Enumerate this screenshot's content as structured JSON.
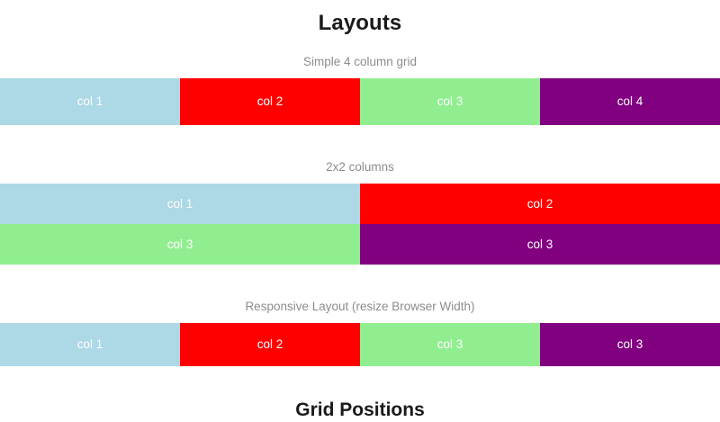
{
  "page": {
    "title": "Layouts",
    "bottom_title": "Grid Positions"
  },
  "colors": {
    "lightblue": "#add8e6",
    "red": "#ff0000",
    "lightgreen": "#90ee90",
    "purple": "#800080",
    "caption_text": "#8c8c8c",
    "heading_text": "#1a1a1a",
    "cell_text": "#ffffff",
    "background": "#ffffff"
  },
  "sections": [
    {
      "caption": "Simple 4 column grid",
      "layout": "4-column",
      "cells": [
        {
          "label": "col 1",
          "color": "lightblue"
        },
        {
          "label": "col 2",
          "color": "red"
        },
        {
          "label": "col 3",
          "color": "lightgreen"
        },
        {
          "label": "col 4",
          "color": "purple"
        }
      ]
    },
    {
      "caption": "2x2 columns",
      "layout": "2x2",
      "cells": [
        {
          "label": "col 1",
          "color": "lightblue"
        },
        {
          "label": "col 2",
          "color": "red"
        },
        {
          "label": "col 3",
          "color": "lightgreen"
        },
        {
          "label": "col 3",
          "color": "purple"
        }
      ]
    },
    {
      "caption": "Responsive Layout (resize Browser Width)",
      "layout": "4-column",
      "cells": [
        {
          "label": "col 1",
          "color": "lightblue"
        },
        {
          "label": "col 2",
          "color": "red"
        },
        {
          "label": "col 3",
          "color": "lightgreen"
        },
        {
          "label": "col 3",
          "color": "purple"
        }
      ]
    }
  ]
}
